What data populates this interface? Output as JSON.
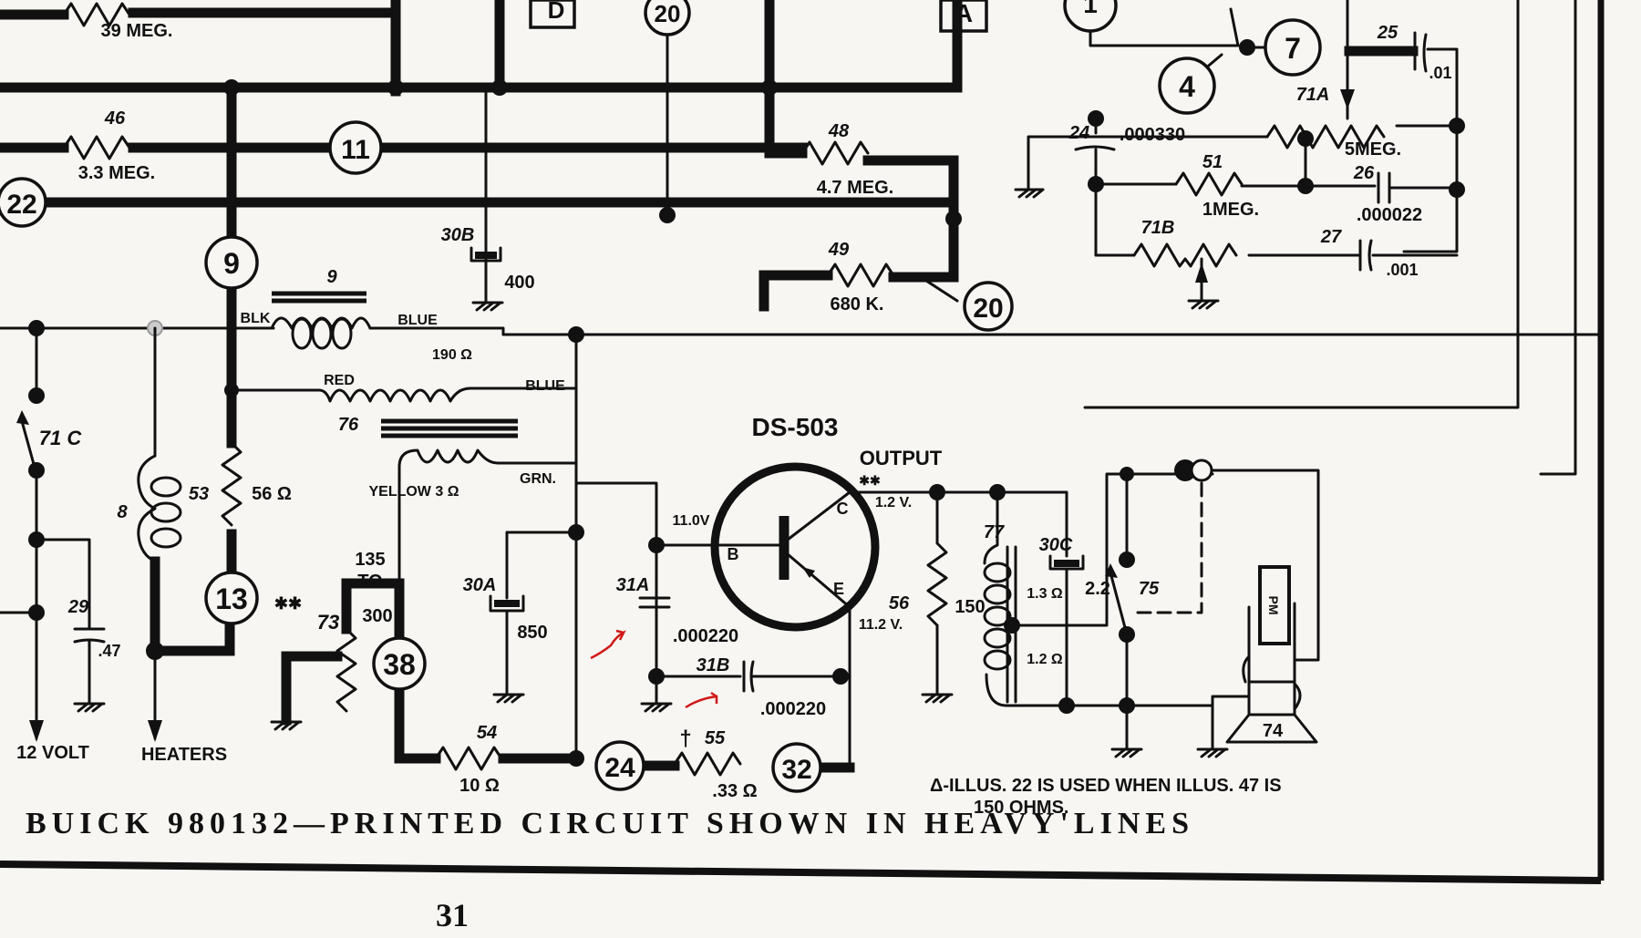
{
  "caption": "BUICK 980132—PRINTED CIRCUIT SHOWN IN HEAVY'LINES",
  "page_number": "31",
  "transistor": {
    "type": "DS-503",
    "base": "B",
    "collector": "C",
    "emitter": "E",
    "base_voltage": "11.0V",
    "collector_voltage": "1.2 V.",
    "emitter_voltage": "11.2 V.",
    "output_label": "OUTPUT",
    "output_mark": "✱✱"
  },
  "boxes": {
    "d": "D",
    "a": "A"
  },
  "terminals": [
    "20",
    "1",
    "7",
    "4",
    "11",
    "22",
    "9",
    "20",
    "13",
    "38",
    "24",
    "32"
  ],
  "resistors": {
    "r_top": {
      "value": "39 MEG."
    },
    "r46": {
      "ref": "46",
      "value": "3.3 MEG."
    },
    "r48": {
      "ref": "48",
      "value": "4.7 MEG."
    },
    "r49": {
      "ref": "49",
      "value": "680 K."
    },
    "r51": {
      "ref": "51",
      "value": "1MEG."
    },
    "r71a": {
      "ref": "71A",
      "value": "5MEG."
    },
    "r71b": {
      "ref": "71B"
    },
    "r53": {
      "ref": "53",
      "value": "56 Ω"
    },
    "r54": {
      "ref": "54",
      "value": "10 Ω"
    },
    "r55": {
      "ref": "55",
      "value": ".33 Ω",
      "mark": "†"
    },
    "r56": {
      "ref": "56",
      "value": "150"
    },
    "r73": {
      "ref": "73",
      "value": "135 TO 300 Ω",
      "line1": "135",
      "line2": "TO",
      "line3": "300",
      "mark": "✱✱"
    }
  },
  "capacitors": {
    "c24": {
      "ref": "24",
      "value": ".000330"
    },
    "c25": {
      "ref": "25",
      "value": ".01"
    },
    "c26": {
      "ref": "26",
      "value": ".000022"
    },
    "c27": {
      "ref": "27",
      "value": ".001"
    },
    "c29": {
      "ref": "29",
      "value": ".47"
    },
    "c30a": {
      "ref": "30A",
      "value": "850"
    },
    "c30b": {
      "ref": "30B",
      "value": "400"
    },
    "c30c": {
      "ref": "30C",
      "value": "2.2"
    },
    "c31a": {
      "ref": "31A",
      "value": ".000220"
    },
    "c31b": {
      "ref": "31B",
      "value": ".000220"
    }
  },
  "inductors": {
    "l9": {
      "ref": "9",
      "left": "BLK",
      "right": "BLUE"
    },
    "t76": {
      "ref": "76",
      "primary": "190 Ω",
      "red": "RED",
      "blue": "BLUE",
      "secondary": "YELLOW 3 Ω",
      "grn": "GRN."
    },
    "l8": {
      "ref": "8"
    },
    "t77": {
      "ref": "77",
      "upper": "1.3 Ω",
      "lower": "1.2 Ω"
    }
  },
  "switches": {
    "s71c": "71 C",
    "s75": "75"
  },
  "speaker": {
    "ref": "74",
    "magnet": "PM"
  },
  "supply": {
    "volt": "12 VOLT",
    "heaters": "HEATERS"
  },
  "note": {
    "line1": "Δ-ILLUS. 22 IS USED WHEN ILLUS. 47 IS",
    "line2": "150 OHMS."
  },
  "annotation_color": "#d01818"
}
